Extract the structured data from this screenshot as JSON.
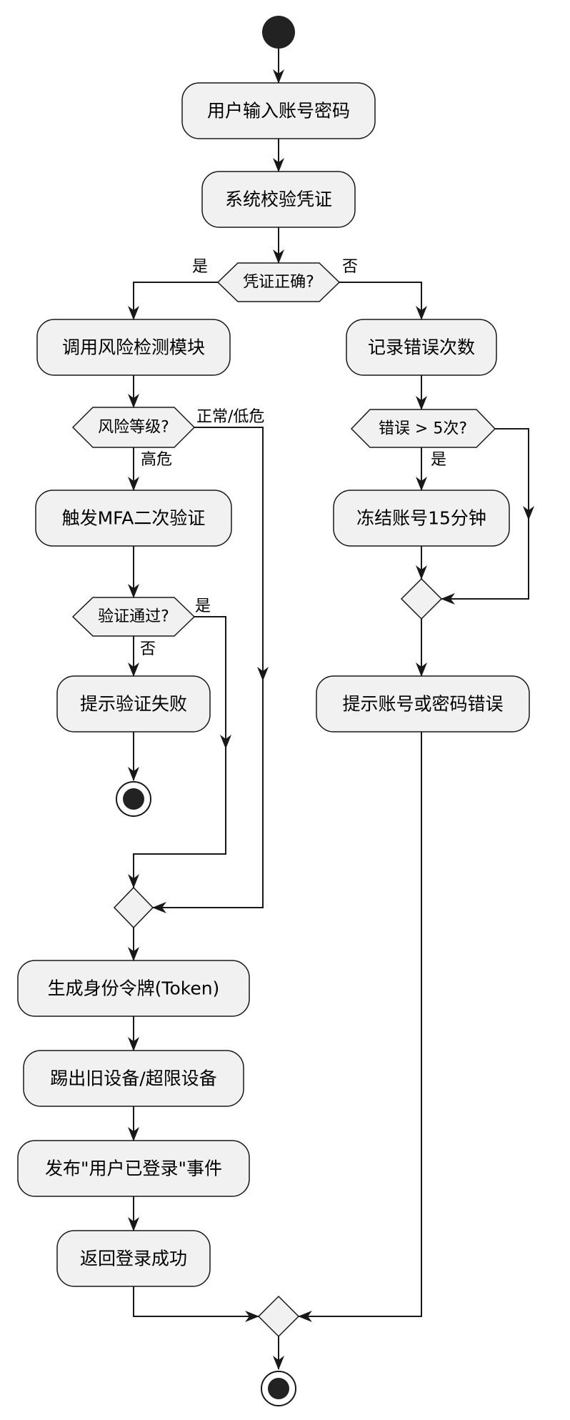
{
  "nodes": {
    "input": "用户输入账号密码",
    "verify": "系统校验凭证",
    "cred_ok": "凭证正确?",
    "risk_call": "调用风险检测模块",
    "risk_level": "风险等级?",
    "mfa": "触发MFA二次验证",
    "mfa_ok": "验证通过?",
    "mfa_fail": "提示验证失败",
    "log_err": "记录错误次数",
    "err_gt5": "错误 > 5次?",
    "freeze": "冻结账号15分钟",
    "show_err": "提示账号或密码错误",
    "token": "生成身份令牌(Token)",
    "kick": "踢出旧设备/超限设备",
    "publish": "发布\"用户已登录\"事件",
    "success": "返回登录成功"
  },
  "labels": {
    "cred_yes": "是",
    "cred_no": "否",
    "risk_normal": "正常/低危",
    "risk_high": "高危",
    "mfa_yes": "是",
    "mfa_no": "否",
    "err_yes": "是"
  }
}
